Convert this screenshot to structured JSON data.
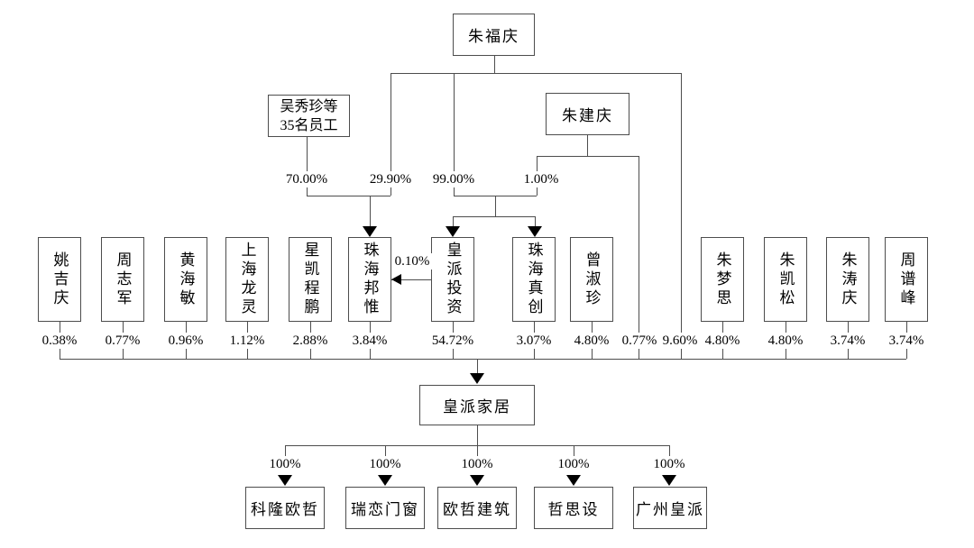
{
  "diagram_type": "equity-ownership-structure",
  "colors": {
    "line": "#4d4d4d",
    "text": "#000000",
    "arrow": "#000000",
    "background": "#ffffff"
  },
  "labels": {
    "zhu_fuqing": "朱福庆",
    "employees_line1": "吴秀珍等",
    "employees_line2": "35名员工",
    "zhu_jianqing": "朱建庆",
    "pct_70": "70.00%",
    "pct_2990": "29.90%",
    "pct_99": "99.00%",
    "pct_1": "1.00%",
    "pct_010": "0.10%",
    "company": "皇派家居"
  },
  "shareholders": [
    {
      "name": "姚吉庆",
      "pct": "0.38%"
    },
    {
      "name": "周志军",
      "pct": "0.77%"
    },
    {
      "name": "黄海敏",
      "pct": "0.96%"
    },
    {
      "name": "上海龙灵",
      "pct": "1.12%"
    },
    {
      "name": "星凯程鹏",
      "pct": "2.88%"
    },
    {
      "name": "珠海邦惟",
      "pct": "3.84%"
    },
    {
      "name": "皇派投资",
      "pct": "54.72%"
    },
    {
      "name": "珠海真创",
      "pct": "3.07%"
    },
    {
      "name": "曾淑珍",
      "pct": "4.80%"
    },
    {
      "name": "朱梦思",
      "pct": "4.80%"
    },
    {
      "name": "朱凯松",
      "pct": "4.80%"
    },
    {
      "name": "朱涛庆",
      "pct": "3.74%"
    },
    {
      "name": "周谱峰",
      "pct": "3.74%"
    }
  ],
  "direct_lines": [
    {
      "pct": "0.77%"
    },
    {
      "pct": "9.60%"
    }
  ],
  "subsidiaries": [
    {
      "name": "科隆欧哲",
      "pct": "100%"
    },
    {
      "name": "瑞恋门窗",
      "pct": "100%"
    },
    {
      "name": "欧哲建筑",
      "pct": "100%"
    },
    {
      "name": "哲思设",
      "pct": "100%"
    },
    {
      "name": "广州皇派",
      "pct": "100%"
    }
  ]
}
